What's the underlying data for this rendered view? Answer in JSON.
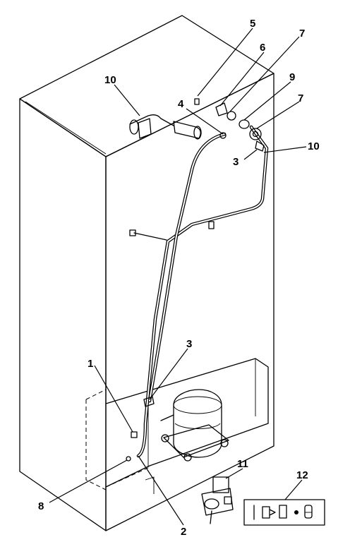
{
  "callouts": {
    "c1": "1",
    "c2": "2",
    "c3a": "3",
    "c3b": "3",
    "c4": "4",
    "c5": "5",
    "c6": "6",
    "c7a": "7",
    "c7b": "7",
    "c8": "8",
    "c9": "9",
    "c10a": "10",
    "c10b": "10",
    "c11": "11",
    "c12": "12"
  }
}
